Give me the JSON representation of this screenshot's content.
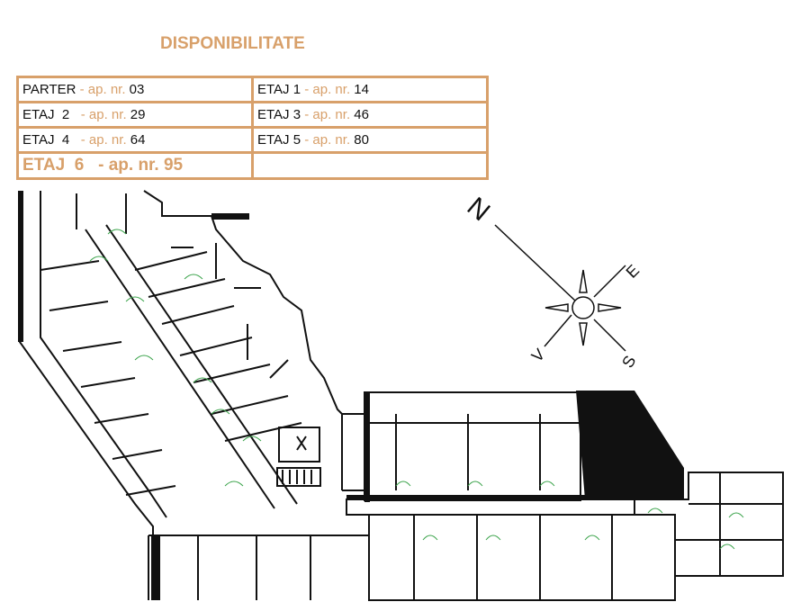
{
  "title": "DISPONIBILITATE",
  "rows": [
    [
      {
        "floor": "PARTER",
        "sep": " - ap. nr. ",
        "num": "03"
      },
      {
        "floor": "ETAJ 1",
        "sep": " - ap. nr. ",
        "num": "14"
      }
    ],
    [
      {
        "floor": "ETAJ  2",
        "sep": "   - ap. nr. ",
        "num": "29"
      },
      {
        "floor": "ETAJ 3",
        "sep": " - ap. nr. ",
        "num": "46"
      }
    ],
    [
      {
        "floor": "ETAJ  4",
        "sep": "   - ap. nr. ",
        "num": "64"
      },
      {
        "floor": "ETAJ 5",
        "sep": " - ap. nr. ",
        "num": "80"
      }
    ]
  ],
  "highlight": {
    "floor": "ETAJ  6",
    "sep": "   - ap. nr. ",
    "num": "95"
  },
  "compass": {
    "n": "N",
    "e": "E",
    "s": "S",
    "v": "V"
  },
  "colors": {
    "accent": "#d8a06a",
    "ink": "#111111"
  }
}
